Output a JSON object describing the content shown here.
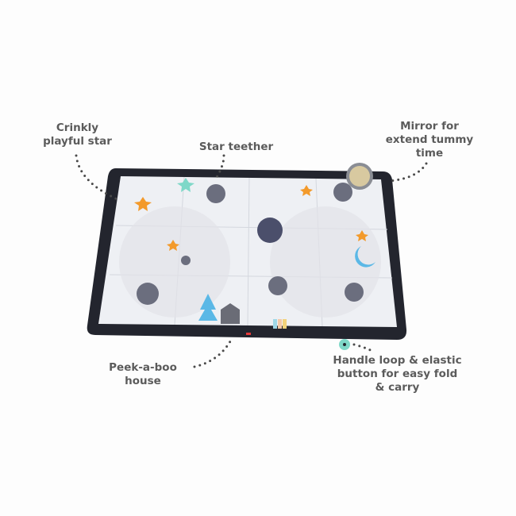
{
  "callouts": {
    "crinkly_star": "Crinkly\nplayful star",
    "star_teether": "Star teether",
    "mirror": "Mirror for\nextend tummy\ntime",
    "peekaboo": "Peek-a-boo\nhouse",
    "handle": "Handle loop & elastic\nbutton for easy fold\n& carry"
  },
  "colors": {
    "label_text": "#5b5b5b",
    "mat_border": "#23252e",
    "mat_fill": "#eef0f4",
    "star_orange": "#f39a2b",
    "teether_mint": "#7fd8c8"
  }
}
